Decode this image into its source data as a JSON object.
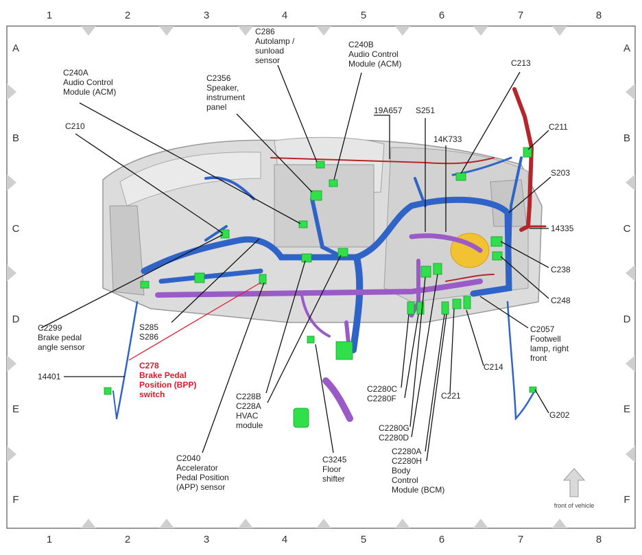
{
  "grid": {
    "columns": [
      "1",
      "2",
      "3",
      "4",
      "5",
      "6",
      "7",
      "8"
    ],
    "rows": [
      "A",
      "B",
      "C",
      "D",
      "E",
      "F"
    ]
  },
  "labels": {
    "c286": [
      "C286",
      "Autolamp /",
      "sunload",
      "sensor"
    ],
    "c240b": [
      "C240B",
      "Audio Control",
      "Module (ACM)"
    ],
    "c240a": [
      "C240A",
      "Audio Control",
      "Module (ACM)"
    ],
    "c2356": [
      "C2356",
      "Speaker,",
      "instrument",
      "panel"
    ],
    "c213": [
      "C213"
    ],
    "c210": [
      "C210"
    ],
    "n19a657": [
      "19A657"
    ],
    "s251": [
      "S251"
    ],
    "n14k733": [
      "14K733"
    ],
    "c211": [
      "C211"
    ],
    "s203": [
      "S203"
    ],
    "n14335": [
      "14335"
    ],
    "c238": [
      "C238"
    ],
    "c248": [
      "C248"
    ],
    "c2057": [
      "C2057",
      "Footwell",
      "lamp, right",
      "front"
    ],
    "c214": [
      "C214"
    ],
    "c221": [
      "C221"
    ],
    "g202": [
      "G202"
    ],
    "c2299": [
      "C2299",
      "Brake pedal",
      "angle sensor"
    ],
    "s285": [
      "S285",
      "S286"
    ],
    "c278": [
      "C278",
      "Brake Pedal",
      "Position (BPP)",
      "switch"
    ],
    "n14401": [
      "14401"
    ],
    "c228": [
      "C228B",
      "C228A",
      "HVAC",
      "module"
    ],
    "c2040": [
      "C2040",
      "Accelerator",
      "Pedal Position",
      "(APP) sensor"
    ],
    "c3245": [
      "C3245",
      "Floor",
      "shifter"
    ],
    "c2280": [
      "C2280C",
      "C2280F",
      "C2280G",
      "C2280D",
      "C2280A",
      "C2280H",
      "Body",
      "Control",
      "Module (BCM)"
    ]
  },
  "front_arrow": {
    "label": "front of vehicle"
  },
  "colors": {
    "harness_blue": "#2f63c8",
    "harness_purple": "#9a5bc7",
    "harness_red": "#b5262a",
    "connector_green": "#2fe04a",
    "highlight_red": "#e0192c",
    "dash_gray": "#d6d6d6"
  }
}
